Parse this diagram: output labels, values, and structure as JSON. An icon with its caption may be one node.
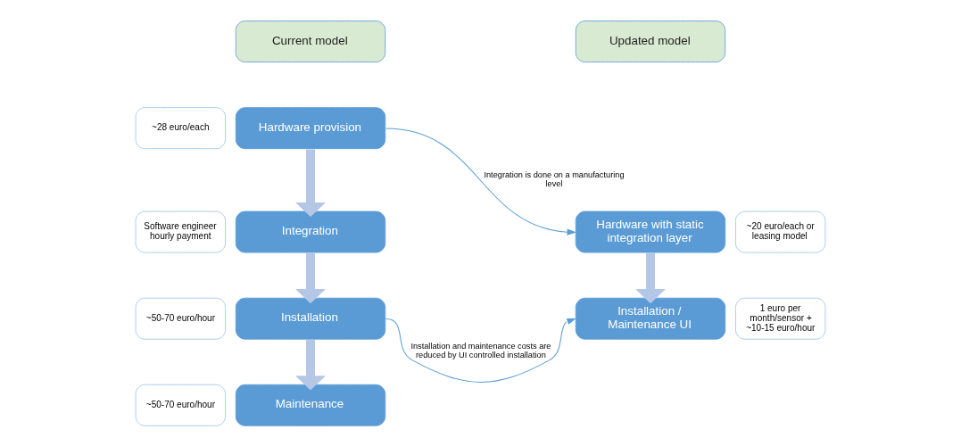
{
  "diagram": {
    "nodes": [
      {
        "text": [
          "Current model"
        ]
      },
      {
        "text": [
          "Updated model"
        ]
      },
      {
        "text": [
          "Hardware provision"
        ],
        "beside": [
          "~28 euro/each"
        ]
      },
      {
        "text": [
          "Integration"
        ],
        "beside": [
          "Software engineer hourly payment"
        ]
      },
      {
        "text": [
          "Installation"
        ],
        "beside": [
          "~50-70 euro/hour"
        ]
      },
      {
        "text": [
          "Maintenance"
        ],
        "beside": [
          "~50-70 euro/hour"
        ]
      },
      {
        "text": [
          "Hardware with static integration layer"
        ],
        "beside": [
          "~20 euro/each or leasing model"
        ]
      },
      {
        "text": [
          "Installation / Maintenance UI"
        ],
        "beside": [
          "1 euro per month/sensor + ~10-15 euro/hour"
        ]
      }
    ],
    "edges": [
      {
        "from": 2,
        "to": 3,
        "arrow": "to"
      },
      {
        "from": 3,
        "to": 4,
        "arrow": "to"
      },
      {
        "from": 4,
        "to": 5,
        "arrow": "to"
      },
      {
        "from": 6,
        "to": 7,
        "arrow": "to"
      },
      {
        "from": 2,
        "to": 6,
        "arrow": "to",
        "label": "Integration is done on a manufacturing level",
        "color": "#5b9bd5"
      },
      {
        "from": 4,
        "to": 7,
        "arrow": "to",
        "label": "Installation and maintenance costs are reduced by UI controlled installation",
        "color": "#5b9bd5"
      }
    ]
  }
}
